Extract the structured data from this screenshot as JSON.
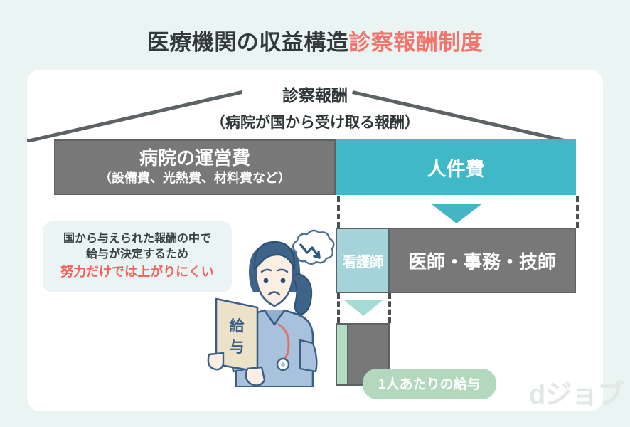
{
  "title": {
    "main": "医療機関の収益構造",
    "accent": "診察報酬制度"
  },
  "header": {
    "main_label": "診察報酬",
    "sub_label": "（病院が国から受け取る報酬）"
  },
  "rows": {
    "row1": {
      "operating": {
        "line1": "病院の運営費",
        "line2": "（設備費、光熱費、材料費など）",
        "color": "#787878"
      },
      "labor": {
        "line1": "人件費",
        "color": "#3fb8c7"
      }
    },
    "row2": {
      "nurse": {
        "label": "看護師",
        "color": "#a4d3da"
      },
      "others": {
        "label": "医師・事務・技師",
        "color": "#787878"
      }
    },
    "row3": {
      "green_color": "#b2dbc4",
      "gray_color": "#787878",
      "pill_label": "1人あたりの給与",
      "pill_color": "#b4d8be"
    }
  },
  "note": {
    "line1": "国から与えられた報酬の中で",
    "line2": "給与が決定するため",
    "line3": "努力だけでは上がりにくい",
    "accent_color": "#f4615a"
  },
  "illustration": {
    "envelope_label": "給与",
    "description": "worried-nurse-with-salary-envelope"
  },
  "logo": {
    "text": "dジョブ"
  },
  "colors": {
    "background": "#eaf4f3",
    "card": "#ffffff",
    "teal": "#3fb8c7",
    "gray": "#787878",
    "accent_red": "#f4736c"
  }
}
